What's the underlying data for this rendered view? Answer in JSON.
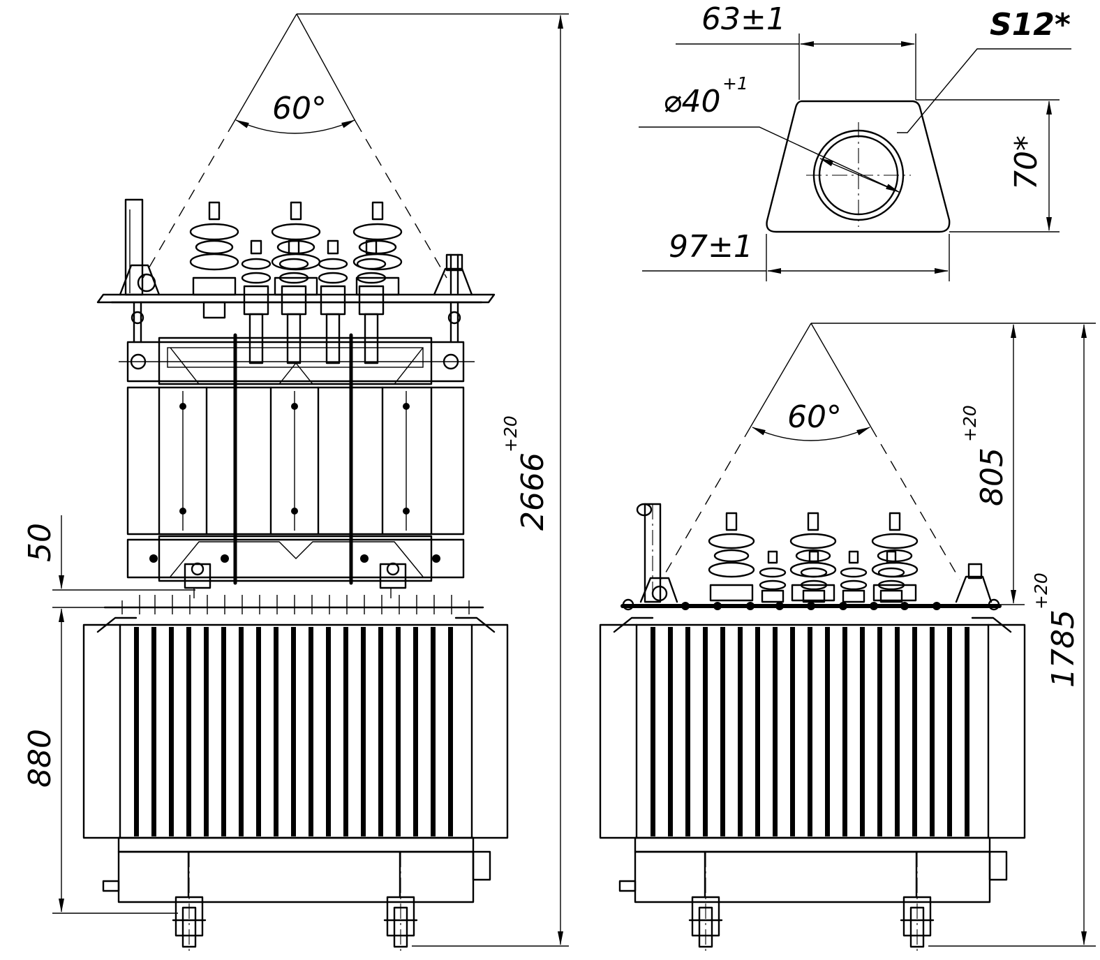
{
  "dimensions": {
    "angle_left": "60°",
    "angle_right": "60°",
    "total_height": "2666",
    "total_height_tol": "+20",
    "clearance": "50",
    "tank_height": "880",
    "bushing_height": "805",
    "bushing_height_tol": "+20",
    "body_height": "1785",
    "body_height_tol": "+20",
    "terminal_top_width": "63±1",
    "terminal_bottom_width": "97±1",
    "terminal_hole_dia": "⌀40",
    "terminal_hole_tol": "+1",
    "terminal_height": "70*",
    "terminal_thickness": "S12*"
  },
  "colors": {
    "line": "#000000",
    "background": "#ffffff"
  }
}
